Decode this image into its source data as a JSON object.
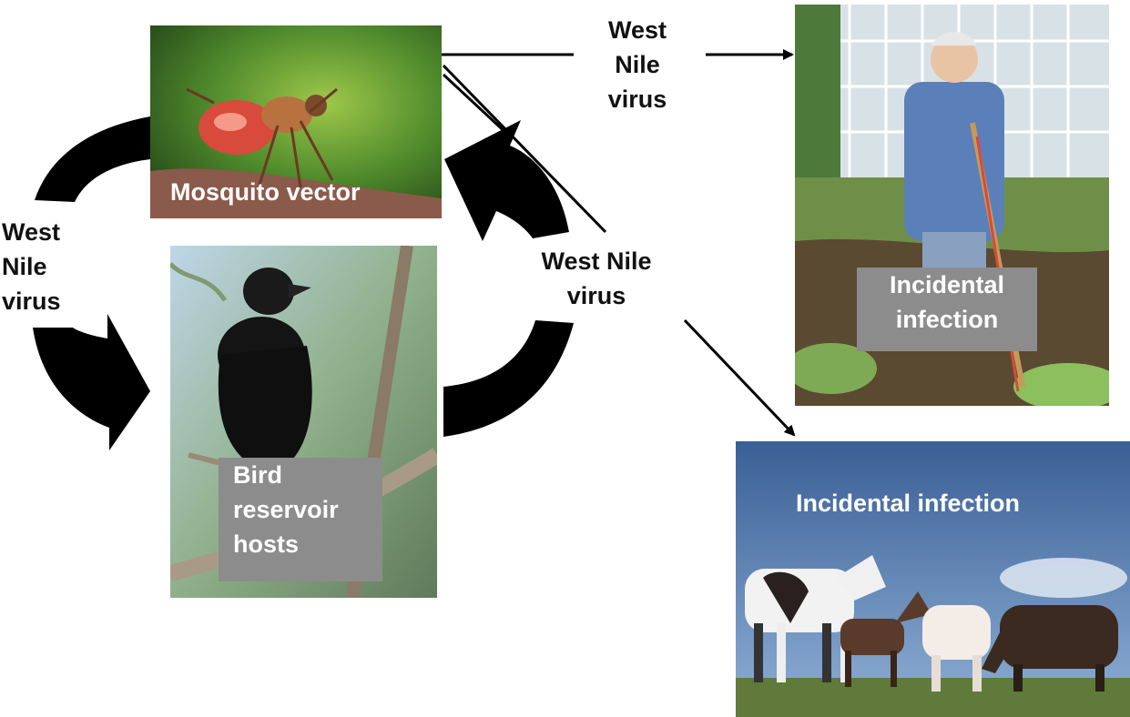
{
  "diagram": {
    "mosquito": {
      "caption": "Mosquito vector",
      "icon": "mosquito-photo"
    },
    "bird": {
      "caption_lines": [
        "Bird",
        "reservoir",
        "hosts"
      ],
      "icon": "crow-photo"
    },
    "human": {
      "caption_lines": [
        "Incidental",
        "infection"
      ],
      "icon": "gardener-photo"
    },
    "horses": {
      "caption": "Incidental infection",
      "icon": "horses-photo"
    },
    "labels": {
      "left": [
        "West",
        "Nile",
        "virus"
      ],
      "top": [
        "West",
        "Nile",
        "virus"
      ],
      "center": [
        "West Nile",
        "virus"
      ]
    },
    "colors": {
      "caption_box": "#8c8c8c",
      "arrow": "#000000"
    }
  }
}
